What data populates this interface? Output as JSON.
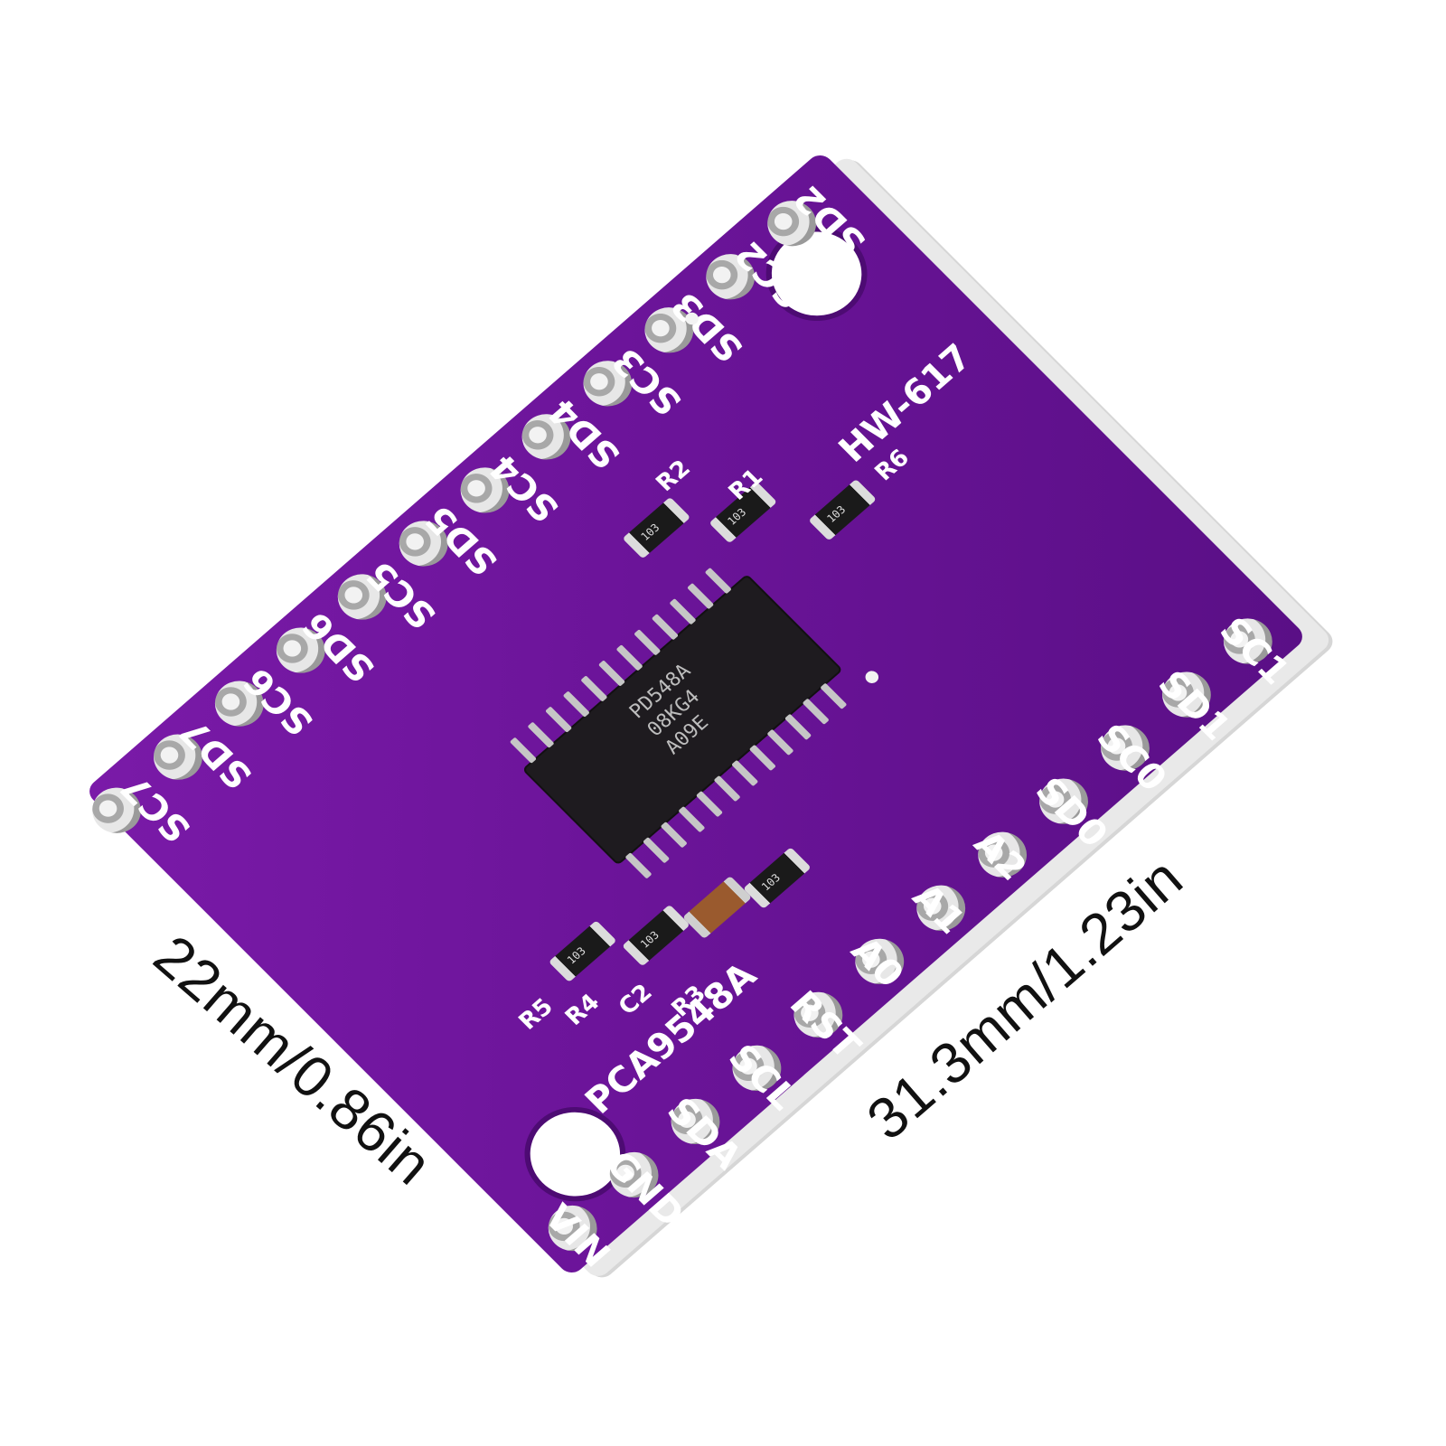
{
  "dimensions": {
    "width_label": "22mm/0.86in",
    "length_label": "31.3mm/1.23in"
  },
  "board": {
    "model": "HW-617",
    "chip_name": "PCA9548A",
    "chip_marking": [
      "PD548A",
      "08KG4",
      "A09E"
    ],
    "top_pins": [
      "SD2",
      "SC2",
      "SD3",
      "SC3",
      "SD4",
      "SC4",
      "SD5",
      "SC5",
      "SD6",
      "SC6",
      "SD7",
      "SC7"
    ],
    "bottom_pins": [
      "VIN",
      "GND",
      "SDA",
      "SCL",
      "RST",
      "A0",
      "A1",
      "A2",
      "SD0",
      "SC0",
      "SD1",
      "SC1"
    ],
    "component_labels": [
      "R1",
      "R2",
      "R6",
      "R3",
      "C2",
      "R4",
      "R5"
    ],
    "resistor_marking": "103",
    "colors": {
      "pcb": "#6b1499",
      "silkscreen": "#ffffff",
      "arrow": "#111111"
    }
  }
}
